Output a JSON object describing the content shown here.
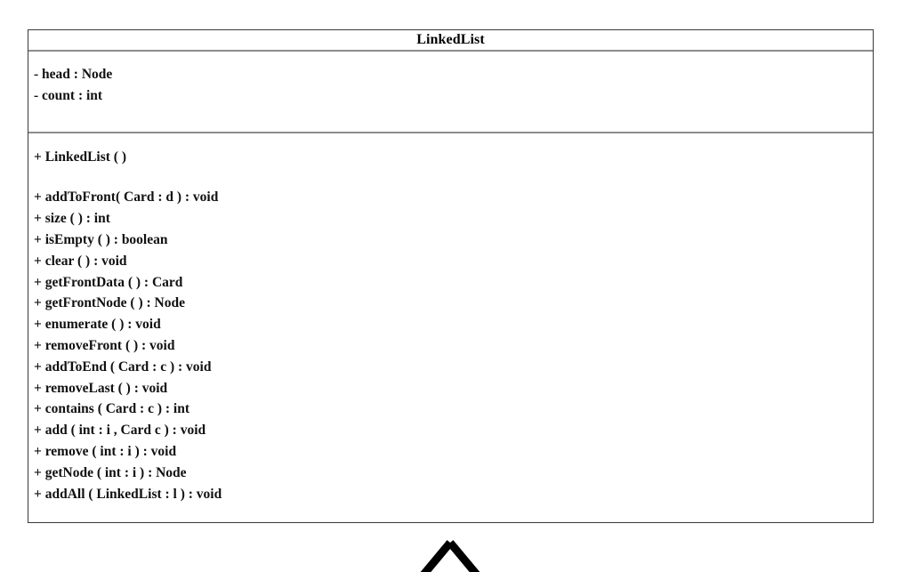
{
  "diagram": {
    "type": "uml-class-diagram",
    "background_color": "#ffffff",
    "border_color": "#3a3a3a",
    "divider_color": "#8c8c8c",
    "text_color": "#111111"
  },
  "class_box": {
    "name": "LinkedList",
    "attributes": [
      "- head : Node",
      "- count : int"
    ],
    "constructors": [
      "+ LinkedList ( )"
    ],
    "operations": [
      "+ addToFront( Card : d ) : void",
      "+ size ( ) : int",
      "+ isEmpty ( ) : boolean",
      "+ clear ( ) : void",
      "+ getFrontData ( ) : Card",
      "+ getFrontNode ( ) : Node",
      "+ enumerate ( ) : void",
      "+ removeFront ( ) : void",
      "+ addToEnd ( Card : c ) : void",
      "+ removeLast ( ) : void",
      "+ contains ( Card : c ) : int",
      "+ add ( int : i , Card c ) : void",
      "+ remove ( int : i ) : void",
      "+ getNode ( int : i ) : Node",
      "+ addAll ( LinkedList : l ) : void"
    ]
  },
  "relationship": {
    "kind": "generalization",
    "arrowhead": "hollow-triangle",
    "color": "#000000"
  }
}
